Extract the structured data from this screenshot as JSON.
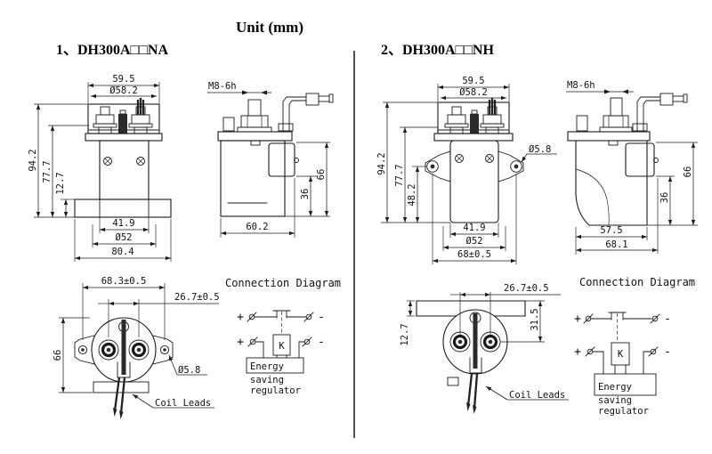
{
  "title": "Unit (mm)",
  "sections": [
    {
      "heading": "1、DH300A□□NA",
      "front_view": {
        "top_width": "59.5",
        "top_dia": "Ø58.2",
        "total_height": "94.2",
        "body_height": "77.7",
        "flange_height": "12.7",
        "inner_width": "41.9",
        "body_dia": "Ø52",
        "base_width": "80.4"
      },
      "side_view": {
        "thread": "M8-6h",
        "total_height": "66",
        "step_height": "36",
        "base_width": "60.2"
      },
      "bottom_view": {
        "hole_spacing": "68.3±0.5",
        "terminal_spacing": "26.7±0.5",
        "height": "66",
        "hole_dia": "Ø5.8",
        "coil_leads": "Coil Leads"
      },
      "connection": {
        "title": "Connection Diagram",
        "plus": "+",
        "minus": "-",
        "coil": "K",
        "box_line1": "Energy",
        "box_line2": "saving",
        "box_line3": "regulator"
      }
    },
    {
      "heading": "2、DH300A□□NH",
      "front_view": {
        "top_width": "59.5",
        "top_dia": "Ø58.2",
        "total_height": "94.2",
        "body_height": "77.7",
        "mount_height": "48.2",
        "hole_dia": "Ø5.8",
        "inner_width": "41.9",
        "body_dia": "Ø52",
        "hole_spacing": "68±0.5"
      },
      "side_view": {
        "thread": "M8-6h",
        "total_height": "66",
        "step_height": "36",
        "inner_width": "57.5",
        "base_width": "68.1"
      },
      "bottom_view": {
        "terminal_spacing": "26.7±0.5",
        "plate_thickness": "12.7",
        "terminal_offset": "31.5",
        "coil_leads": "Coil Leads"
      },
      "connection": {
        "title": "Connection Diagram",
        "plus": "+",
        "minus": "-",
        "coil": "K",
        "box_line1": "Energy",
        "box_line2": "saving",
        "box_line3": "regulator"
      }
    }
  ]
}
